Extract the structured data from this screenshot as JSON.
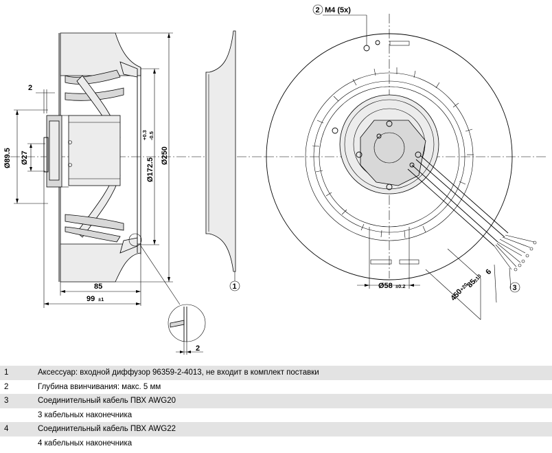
{
  "drawing": {
    "dims": {
      "d89_5": "Ø89.5",
      "d27": "Ø27",
      "d172_5": "Ø172.5",
      "tol172_up": "+0.3",
      "tol172_dn": "-0.5",
      "d250": "Ø250",
      "w85": "85",
      "w99": "99",
      "tol99": "±1",
      "gap2_top": "2",
      "gap2_detail": "2",
      "m4": "M4 (5x)",
      "d58": "Ø58",
      "tol58": "±0.2",
      "cable450": "450",
      "tol450": "+20",
      "cable85": "85",
      "tol85": "±10",
      "cable6": "6"
    },
    "callouts": {
      "c1": "1",
      "c2": "2",
      "c3": "3"
    }
  },
  "legend": {
    "rows": [
      {
        "num": "1",
        "text": "Аксессуар: входной диффузор 96359-2-4013, не входит в комплект поставки"
      },
      {
        "num": "2",
        "text": "Глубина ввинчивания: макс. 5 мм"
      },
      {
        "num": "3",
        "text": "Соединительный кабель ПВХ AWG20"
      },
      {
        "num": "",
        "text": "3 кабельных наконечника"
      },
      {
        "num": "4",
        "text": "Соединительный кабель ПВХ AWG22"
      },
      {
        "num": "",
        "text": "4 кабельных наконечника"
      }
    ]
  }
}
